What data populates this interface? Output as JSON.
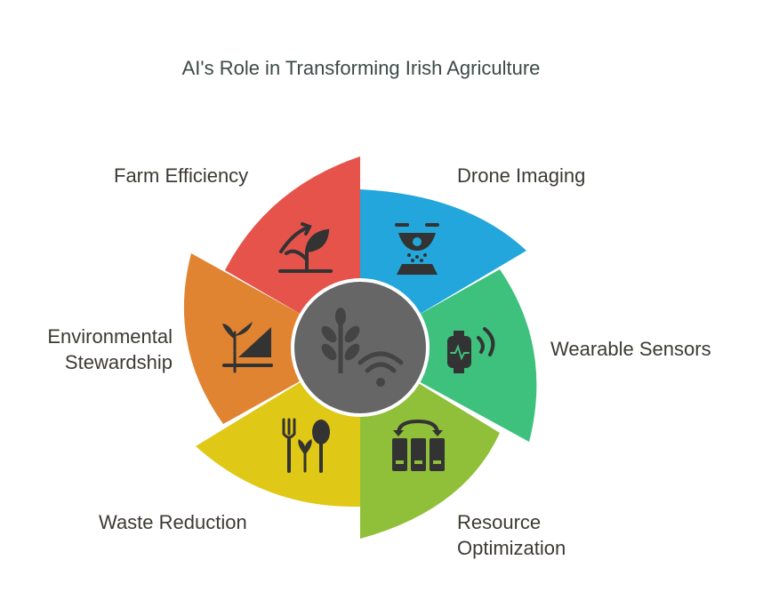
{
  "title": "AI's Role in Transforming Irish Agriculture",
  "segments": [
    {
      "label": "Farm Efficiency",
      "color": "#e5534b",
      "icon": "plant-growth-icon"
    },
    {
      "label": "Drone Imaging",
      "color": "#22a6db",
      "icon": "drone-icon"
    },
    {
      "label": "Wearable Sensors",
      "color": "#3dc17d",
      "icon": "smartwatch-icon"
    },
    {
      "label": "Resource Optimization",
      "color": "#90bf3a",
      "icon": "resource-exchange-icon"
    },
    {
      "label": "Waste Reduction",
      "color": "#e0c816",
      "icon": "fork-spoon-plant-icon"
    },
    {
      "label": "Environmental Stewardship",
      "color": "#e08432",
      "icon": "plant-slope-icon"
    }
  ],
  "center": {
    "color": "#666666",
    "icon": "wheat-wifi-icon"
  },
  "labels": {
    "farm_efficiency": "Farm Efficiency",
    "drone_imaging": "Drone Imaging",
    "wearable_sensors": "Wearable Sensors",
    "resource_line1": "Resource",
    "resource_line2": "Optimization",
    "waste_reduction": "Waste Reduction",
    "env_line1": "Environmental",
    "env_line2": "Stewardship"
  }
}
